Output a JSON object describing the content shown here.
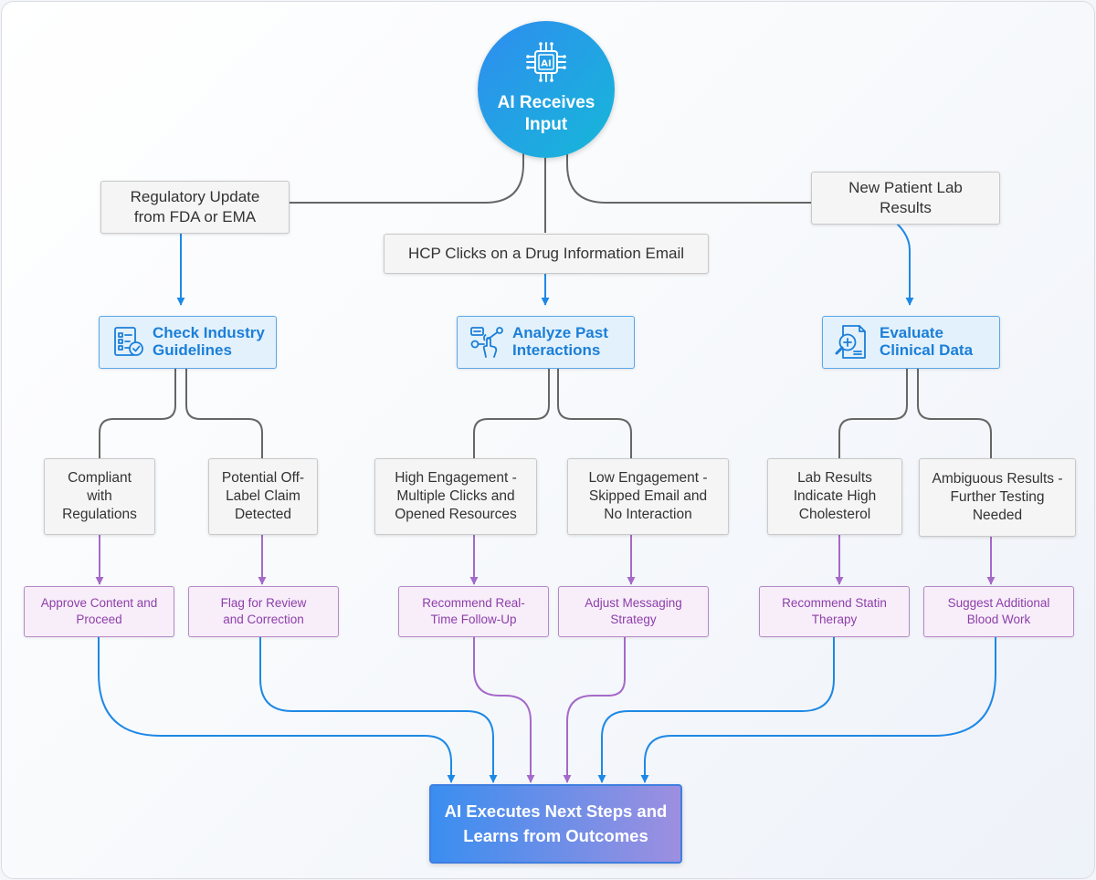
{
  "start": {
    "icon": "ai-chip-icon",
    "chip_text": "AI",
    "title": "AI Receives Input"
  },
  "inputs": [
    {
      "id": "regulatory",
      "label": "Regulatory Update from FDA or EMA"
    },
    {
      "id": "hcp",
      "label": "HCP Clicks on a Drug Information Email"
    },
    {
      "id": "lab",
      "label": "New Patient Lab Results"
    }
  ],
  "processes": [
    {
      "id": "guidelines",
      "icon": "checklist-icon",
      "label": "Check Industry Guidelines"
    },
    {
      "id": "interactions",
      "icon": "click-network-icon",
      "label": "Analyze Past Interactions"
    },
    {
      "id": "clinical",
      "icon": "document-magnifier-icon",
      "label": "Evaluate Clinical Data"
    }
  ],
  "conditions": [
    {
      "id": "compliant",
      "label": "Compliant with Regulations"
    },
    {
      "id": "offlabel",
      "label": "Potential Off-Label Claim Detected"
    },
    {
      "id": "high-engagement",
      "label": "High Engagement - Multiple Clicks and Opened Resources"
    },
    {
      "id": "low-engagement",
      "label": "Low Engagement - Skipped Email and No Interaction"
    },
    {
      "id": "cholesterol",
      "label": "Lab Results Indicate High Cholesterol"
    },
    {
      "id": "ambiguous",
      "label": "Ambiguous Results - Further Testing Needed"
    }
  ],
  "actions": [
    {
      "id": "approve",
      "label": "Approve Content and Proceed"
    },
    {
      "id": "flag",
      "label": "Flag for Review and Correction"
    },
    {
      "id": "followup",
      "label": "Recommend Real-Time Follow-Up"
    },
    {
      "id": "adjust",
      "label": "Adjust Messaging Strategy"
    },
    {
      "id": "statin",
      "label": "Recommend Statin Therapy"
    },
    {
      "id": "bloodwork",
      "label": "Suggest Additional Blood Work"
    }
  ],
  "final": {
    "label": "AI Executes Next Steps and Learns from Outcomes"
  },
  "colors": {
    "gray_line": "#666666",
    "blue_arrow": "#1e88e5",
    "purple_arrow": "#a569c9",
    "process_text": "#1b7fd8",
    "action_text": "#8e3ea8"
  }
}
